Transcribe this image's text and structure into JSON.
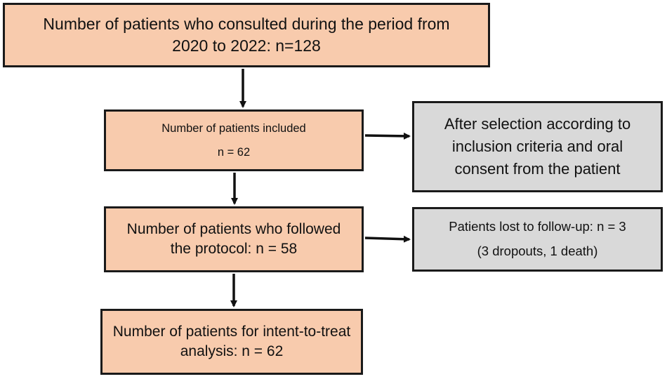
{
  "flowchart": {
    "consulted": {
      "line1": "Number of patients who consulted during the period from",
      "line2": "2020 to 2022: n=128"
    },
    "included": {
      "line1": "Number of patients included",
      "line2": "n = 62"
    },
    "selection": {
      "line1": "After selection according to",
      "line2": "inclusion criteria and oral",
      "line3": "consent from the patient"
    },
    "protocol": {
      "line1": "Number of patients who followed",
      "line2": "the protocol: n = 58"
    },
    "lost": {
      "line1": "Patients lost to follow-up: n = 3",
      "line2": "(3 dropouts, 1 death)"
    },
    "itt": {
      "line1": "Number of patients for intent-to-treat",
      "line2": "analysis: n = 62"
    }
  },
  "colors": {
    "main_box_fill": "#f8cbad",
    "side_box_fill": "#d9d9d9",
    "border": "#1a1a1a",
    "arrow": "#111111"
  }
}
